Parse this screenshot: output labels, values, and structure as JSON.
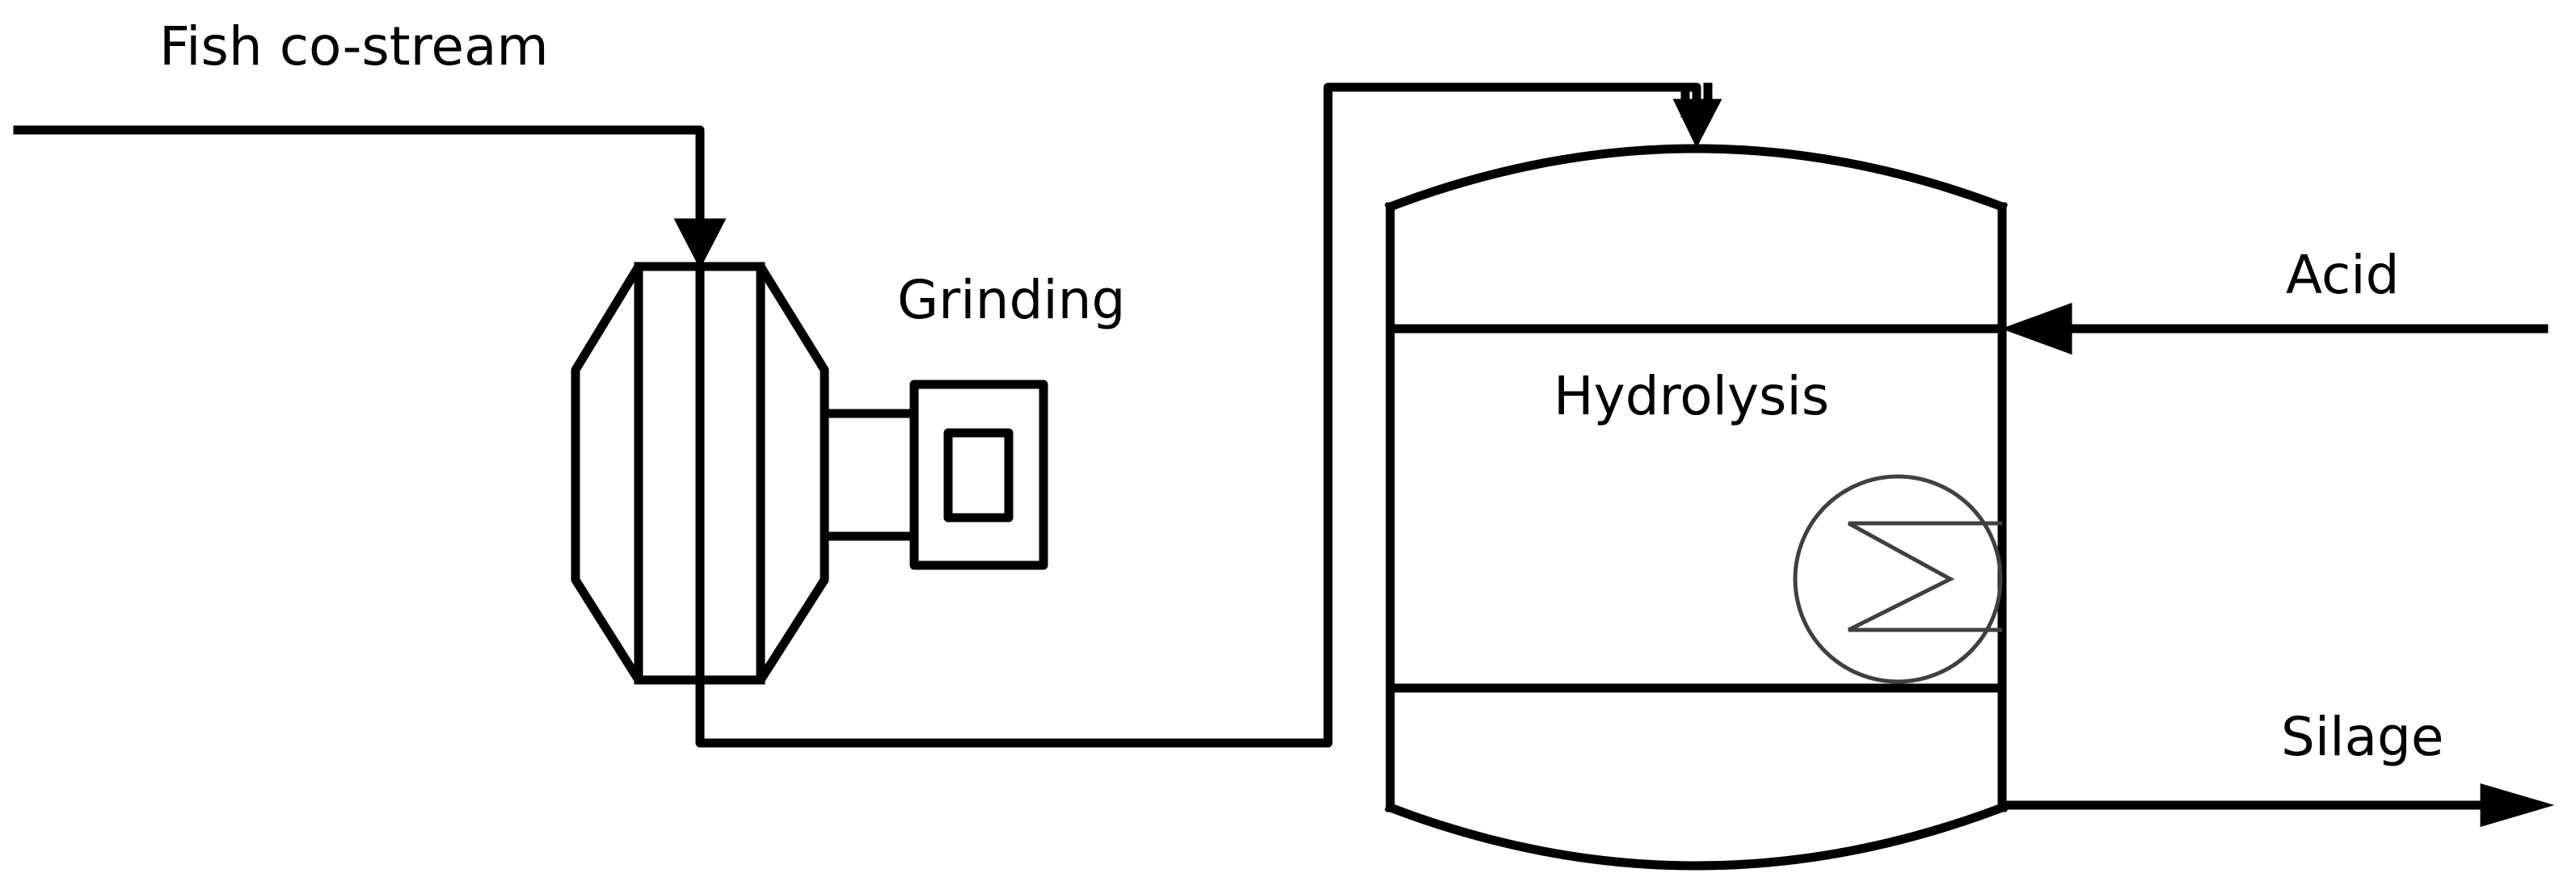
{
  "labels": {
    "feed": "Fish co-stream",
    "grinder": "Grinding",
    "tank": "Hydrolysis",
    "acid": "Acid",
    "product": "Silage"
  },
  "colors": {
    "line": "#000000",
    "heater": "#404040",
    "background": "#ffffff"
  }
}
